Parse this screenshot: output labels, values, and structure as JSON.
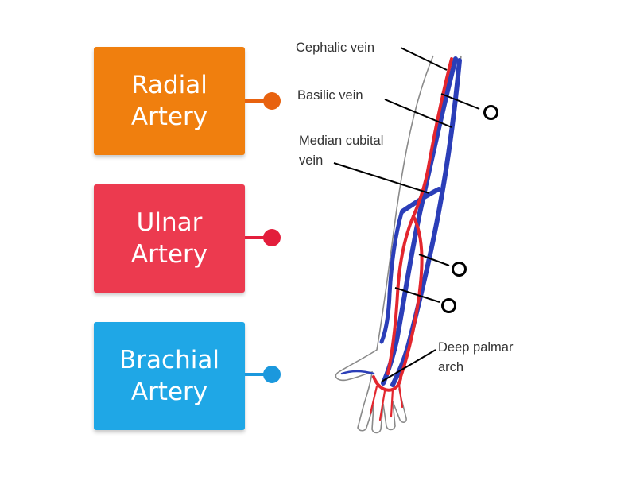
{
  "tiles": [
    {
      "id": "radial",
      "line1": "Radial",
      "line2": "Artery",
      "color": "#F07F0E",
      "accent": "#E8620F"
    },
    {
      "id": "ulnar",
      "line1": "Ulnar",
      "line2": "Artery",
      "color": "#EC3A4F",
      "accent": "#E31E3C"
    },
    {
      "id": "brachial",
      "line1": "Brachial",
      "line2": "Artery",
      "color": "#1FA7E6",
      "accent": "#1B98DD"
    }
  ],
  "diagram": {
    "labels": {
      "cephalic": "Cephalic vein",
      "basilic": "Basilic vein",
      "median_line1": "Median cubital",
      "median_line2": "vein",
      "deep_line1": "Deep palmar",
      "deep_line2": "arch"
    },
    "colors": {
      "vein": "#2B3EB8",
      "artery": "#E3262E",
      "outline": "#8A8A8A",
      "skin": "#FFFFFF"
    }
  },
  "drop_targets": [
    "target-1",
    "target-2",
    "target-3"
  ]
}
